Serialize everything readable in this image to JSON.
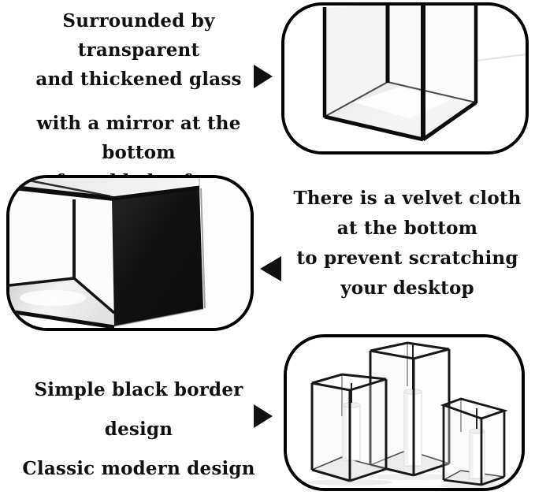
{
  "sections": {
    "glass": {
      "lines": [
        "Surrounded by transparent",
        "and thickened glass",
        "with a mirror at the bottom",
        "for added safety"
      ],
      "arrow": "right",
      "image": "glass-box-interior-photo"
    },
    "velvet": {
      "lines": [
        "There is a velvet cloth",
        "at the bottom",
        "to prevent scratching",
        "your desktop"
      ],
      "arrow": "left",
      "image": "velvet-bottom-cube-photo"
    },
    "design": {
      "lines": [
        "Simple black border design",
        "Classic modern design"
      ],
      "arrow": "right",
      "image": "three-candle-holders-photo"
    }
  },
  "colors": {
    "background": "#ffffff",
    "text": "#101010",
    "card_border": "#000000",
    "frame": "#141414",
    "velvet": "#141414",
    "mirror": "#e9e9e9",
    "candle": "#ffffff"
  }
}
